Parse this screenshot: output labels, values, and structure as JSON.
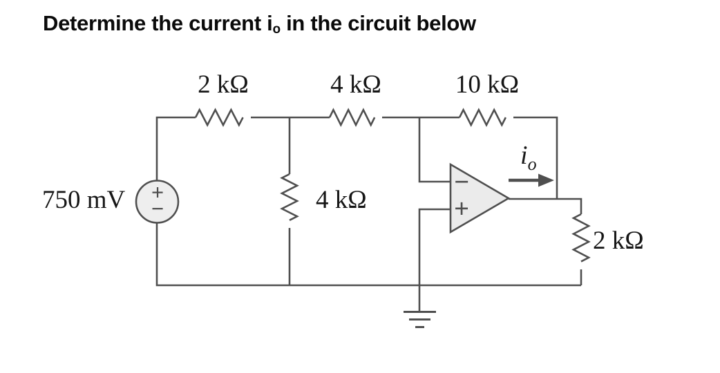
{
  "title": {
    "prefix": "Determine the current i",
    "subscript": "o",
    "suffix": " in the circuit below"
  },
  "circuit": {
    "source": {
      "label": "750 mV",
      "plus": "+",
      "minus": "−"
    },
    "resistors": {
      "top_left": "2 kΩ",
      "top_middle": "4 kΩ",
      "top_right": "10 kΩ",
      "shunt": "4 kΩ",
      "load": "2 kΩ"
    },
    "opamp": {
      "inverting": "−",
      "noninverting": "+"
    },
    "output_current": {
      "symbol": "i",
      "subscript": "o"
    }
  },
  "colors": {
    "wire": "#4f4f4f",
    "component_fill": "#ebebeb",
    "label_text": "#161616",
    "background": "#ffffff"
  }
}
